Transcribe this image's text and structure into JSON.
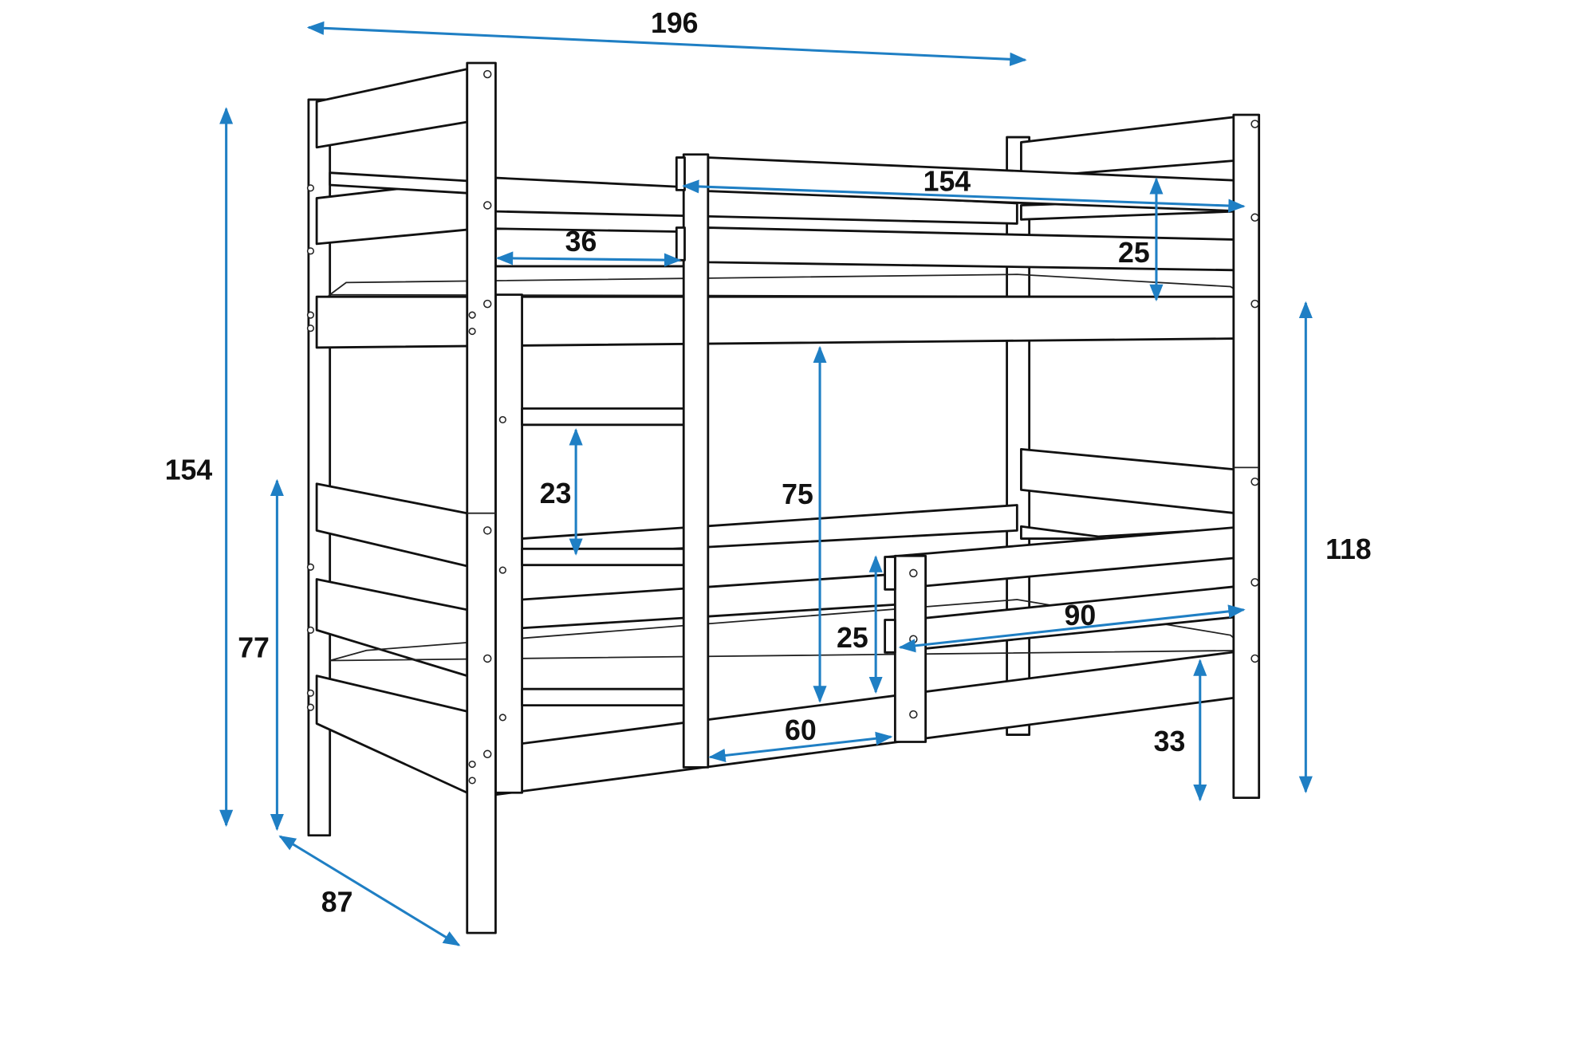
{
  "title": "Bunk bed dimensions diagram",
  "colors": {
    "dimension_line": "#1f7fc4",
    "outline": "#111111",
    "background": "#ffffff"
  },
  "dimensions": {
    "overall_length": "196",
    "overall_height": "154",
    "lower_post_height": "77",
    "depth": "87",
    "upper_rail_length": "154",
    "upper_guard_height": "25",
    "ladder_opening": "36",
    "rung_spacing": "23",
    "bed_clearance": "75",
    "lower_guard_height": "25",
    "lower_guard_length": "90",
    "lower_opening": "60",
    "floor_clearance": "33",
    "upper_bed_height": "118"
  }
}
